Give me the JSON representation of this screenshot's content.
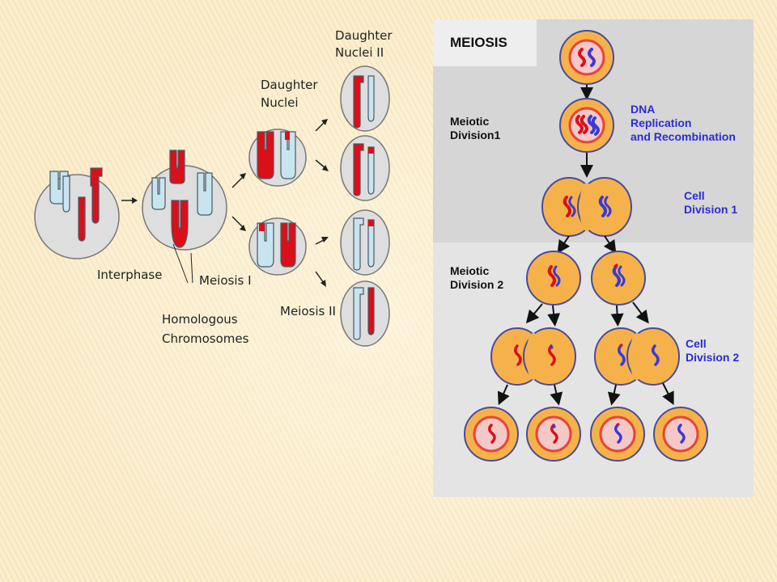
{
  "left_diagram": {
    "labels": {
      "interphase": "Interphase",
      "meiosis_1": "Meiosis I",
      "homologous_1": "Homologous",
      "homologous_2": "Chromosomes",
      "daughter_nuclei_1": "Daughter",
      "daughter_nuclei_2": "Nuclei",
      "meiosis_2": "Meiosis II",
      "daughter_nuclei_ii_1": "Daughter",
      "daughter_nuclei_ii_2": "Nuclei II"
    }
  },
  "right_panel": {
    "title": "MEIOSIS",
    "labels": {
      "meiotic_division_1_a": "Meiotic",
      "meiotic_division_1_b": "Division1",
      "dna_1": "DNA",
      "dna_2": "Replication",
      "dna_3": "and Recombination",
      "cell_division_1_a": "Cell",
      "cell_division_1_b": "Division 1",
      "meiotic_division_2_a": "Meiotic",
      "meiotic_division_2_b": "Division 2",
      "cell_division_2_a": "Cell",
      "cell_division_2_b": "Division 2"
    }
  },
  "colors": {
    "red_chromosome": "#d9101a",
    "blue_chromosome": "#3a3ad8",
    "light_chromosome": "#c8e4ee",
    "cell_fill": "#f6b24a",
    "cell_outline": "#4a4a9a",
    "nucleus_fill": "#f5c8c8"
  }
}
